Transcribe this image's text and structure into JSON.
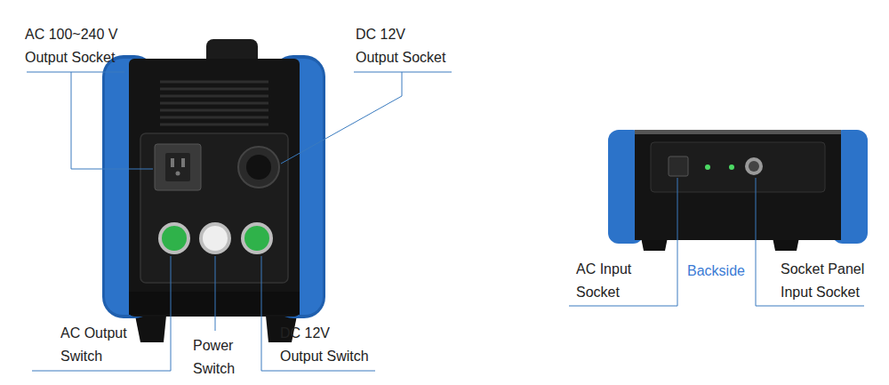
{
  "diagram": {
    "labels": [
      "AC 100~240 V Output Socket",
      "DC 12V Output Socket",
      "AC Output Switch",
      "Power Switch",
      "DC 12V Output Switch",
      "AC Input Socket",
      "Backside",
      "Socket Panel Input Socket"
    ]
  }
}
